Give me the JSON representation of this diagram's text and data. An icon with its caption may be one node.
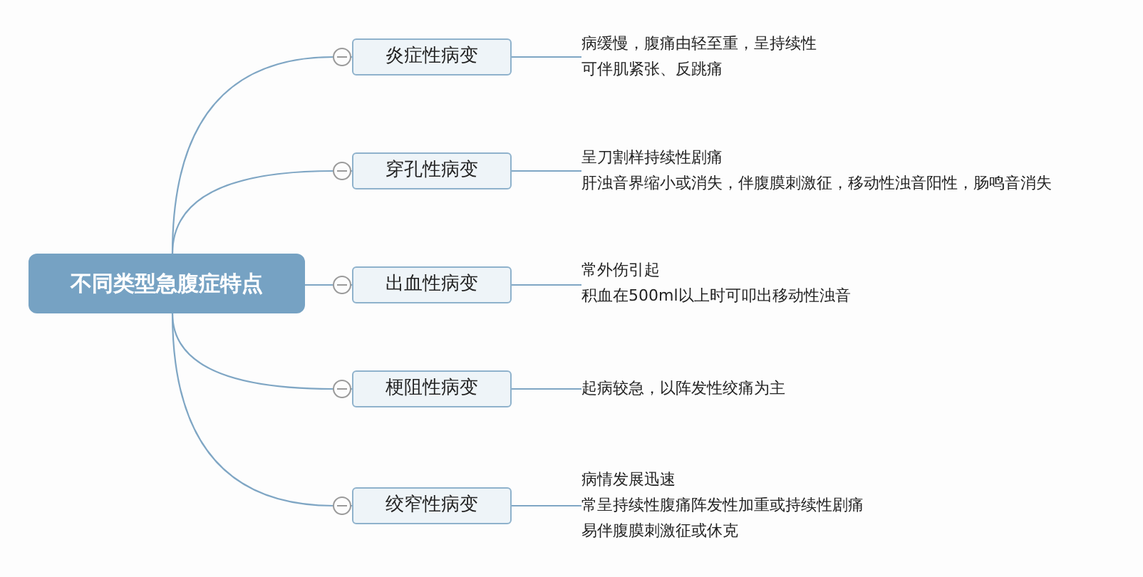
{
  "diagram": {
    "nodes": [
      {
        "text": [
          "不同类型急腹症特点"
        ]
      },
      {
        "text": [
          "炎症性病变"
        ]
      },
      {
        "text": [
          "穿孔性病变"
        ]
      },
      {
        "text": [
          "出血性病变"
        ]
      },
      {
        "text": [
          "梗阻性病变"
        ]
      },
      {
        "text": [
          "绞窄性病变"
        ]
      },
      {
        "text": [
          "病缓慢，腹痛由轻至重，呈持续性",
          "可伴肌紧张、反跳痛"
        ]
      },
      {
        "text": [
          "呈刀割样持续性剧痛",
          "肝浊音界缩小或消失，伴腹膜刺激征，移动性浊音阳性，肠鸣音消失"
        ]
      },
      {
        "text": [
          "常外伤引起",
          "积血在500ml以上时可叩出移动性浊音"
        ]
      },
      {
        "text": [
          "起病较急，以阵发性绞痛为主"
        ]
      },
      {
        "text": [
          "病情发展迅速",
          "常呈持续性腹痛阵发性加重或持续性剧痛",
          "易伴腹膜刺激征或休克"
        ]
      }
    ],
    "edges": [
      {
        "from": 0,
        "to": 1,
        "arrow": "none"
      },
      {
        "from": 0,
        "to": 2,
        "arrow": "none"
      },
      {
        "from": 0,
        "to": 3,
        "arrow": "none"
      },
      {
        "from": 0,
        "to": 4,
        "arrow": "none"
      },
      {
        "from": 0,
        "to": 5,
        "arrow": "none"
      },
      {
        "from": 1,
        "to": 6,
        "arrow": "none"
      },
      {
        "from": 2,
        "to": 7,
        "arrow": "none"
      },
      {
        "from": 3,
        "to": 8,
        "arrow": "none"
      },
      {
        "from": 4,
        "to": 9,
        "arrow": "none"
      },
      {
        "from": 5,
        "to": 10,
        "arrow": "none"
      }
    ]
  }
}
